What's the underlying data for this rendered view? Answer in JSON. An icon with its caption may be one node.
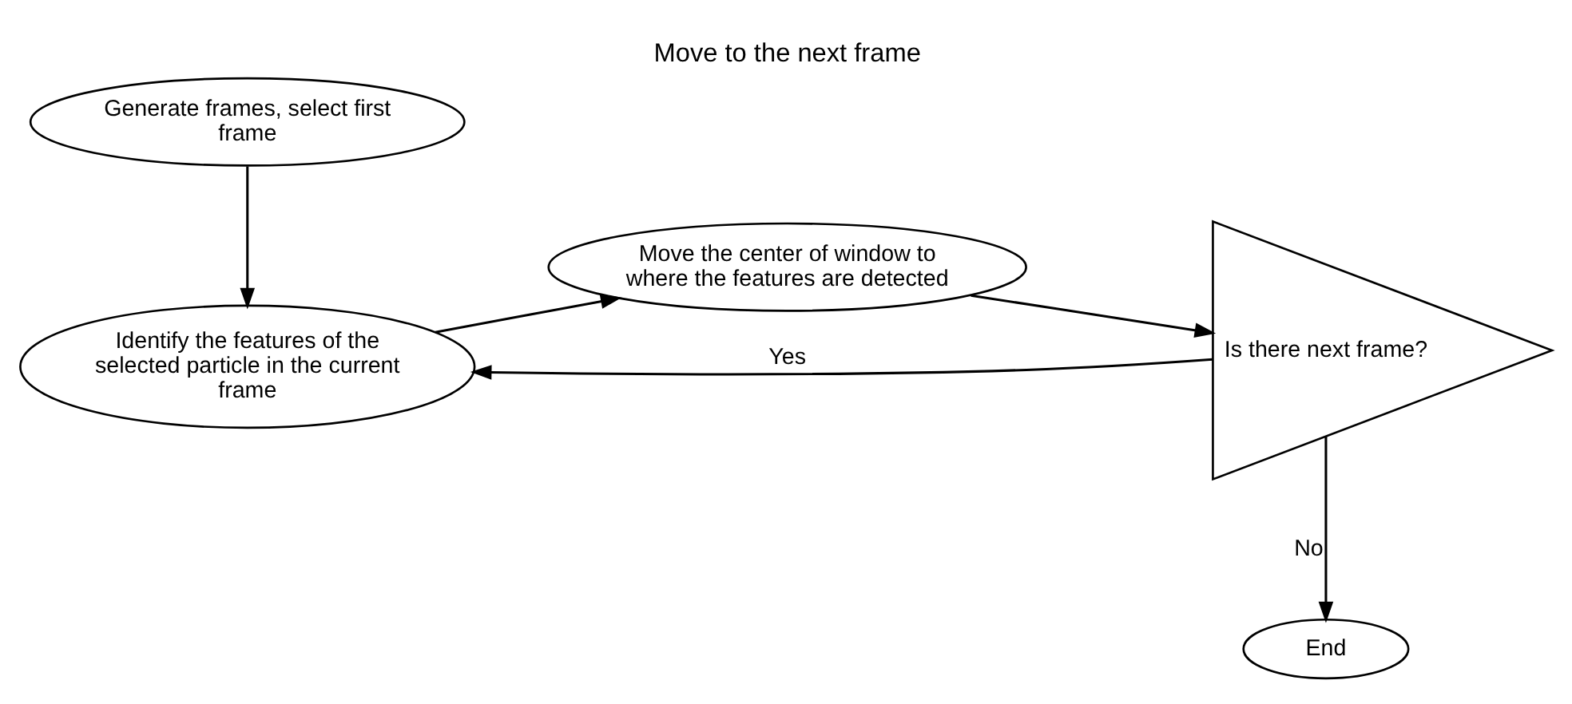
{
  "diagram": {
    "nodes": [
      {
        "text": [
          "Identify the features of the selected particle in the current frame"
        ]
      },
      {
        "text": [
          "Move the center of window to where the features are detected"
        ]
      },
      {
        "text": [
          "Is there next frame?"
        ]
      },
      {
        "text": [
          "Generate frames, select first frame"
        ]
      },
      {
        "text": [
          "End"
        ]
      }
    ],
    "edges": [
      {
        "from": 3,
        "to": 0,
        "arrow": "to"
      },
      {
        "from": 0,
        "to": 1,
        "arrow": "to"
      },
      {
        "from": 1,
        "to": 2,
        "arrow": "to"
      },
      {
        "from": 2,
        "to": 0,
        "arrow": "to",
        "label": "Yes"
      },
      {
        "from": 2,
        "to": 4,
        "arrow": "to",
        "label": "No"
      }
    ],
    "labels": [
      "Move to the next frame"
    ]
  }
}
